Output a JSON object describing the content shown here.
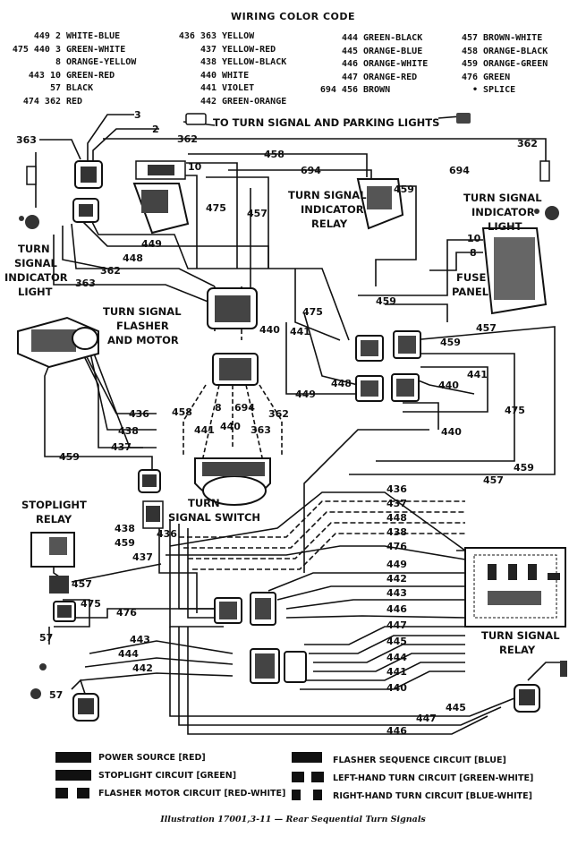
{
  "title": "WIRING COLOR CODE",
  "color_code": {
    "col1": [
      {
        "num": "449 2",
        "color": "WHITE-BLUE"
      },
      {
        "num": "475 440 3",
        "color": "GREEN-WHITE"
      },
      {
        "num": "8",
        "color": "ORANGE-YELLOW"
      },
      {
        "num": "443 10",
        "color": "GREEN-RED"
      },
      {
        "num": "57",
        "color": "BLACK"
      },
      {
        "num": "474 362",
        "color": "RED"
      }
    ],
    "col2": [
      {
        "num": "436 363",
        "color": "YELLOW"
      },
      {
        "num": "437",
        "color": "YELLOW-RED"
      },
      {
        "num": "438",
        "color": "YELLOW-BLACK"
      },
      {
        "num": "440",
        "color": "WHITE"
      },
      {
        "num": "441",
        "color": "VIOLET"
      },
      {
        "num": "442",
        "color": "GREEN-ORANGE"
      }
    ],
    "col3": [
      {
        "num": "444",
        "color": "GREEN-BLACK"
      },
      {
        "num": "445",
        "color": "ORANGE-BLUE"
      },
      {
        "num": "446",
        "color": "ORANGE-WHITE"
      },
      {
        "num": "447",
        "color": "ORANGE-RED"
      },
      {
        "num": "694 456",
        "color": "BROWN"
      }
    ],
    "col4": [
      {
        "num": "457",
        "color": "BROWN-WHITE"
      },
      {
        "num": "458",
        "color": "ORANGE-BLACK"
      },
      {
        "num": "459",
        "color": "ORANGE-GREEN"
      },
      {
        "num": "476",
        "color": "GREEN"
      },
      {
        "num": "•",
        "color": "SPLICE"
      }
    ]
  },
  "components": {
    "to_turn_signal": "TO TURN SIGNAL AND PARKING LIGHTS",
    "ts_ind_light_left": [
      "TURN",
      "SIGNAL",
      "INDICATOR",
      "LIGHT"
    ],
    "ts_ind_relay": [
      "TURN SIGNAL",
      "INDICATOR",
      "RELAY"
    ],
    "ts_ind_light_right": [
      "TURN SIGNAL",
      "INDICATOR",
      "LIGHT"
    ],
    "fuse_panel": [
      "FUSE",
      "PANEL"
    ],
    "flasher_motor": [
      "TURN SIGNAL",
      "FLASHER",
      "AND MOTOR"
    ],
    "turn_signal_switch": [
      "TURN",
      "SIGNAL SWITCH"
    ],
    "stoplight_relay": [
      "STOPLIGHT",
      "RELAY"
    ],
    "turn_signal_relay": [
      "TURN SIGNAL",
      "RELAY"
    ]
  },
  "wire_labels": {
    "n3": "3",
    "n2": "2",
    "n363a": "363",
    "n362a": "362",
    "n362b": "362",
    "n458a": "458",
    "n694a": "694",
    "n694b": "694",
    "n10a": "10",
    "n457a": "457",
    "n475a": "475",
    "n459a": "459",
    "n10b": "10",
    "n8a": "8",
    "n449a": "449",
    "n448a": "448",
    "n362c": "362",
    "n363b": "363",
    "n459b": "459",
    "n475b": "475",
    "n457b": "457",
    "n440a": "440",
    "n441a": "441",
    "n459c": "459",
    "n448b": "448",
    "n449b": "449",
    "n441b": "441",
    "n440b": "440",
    "n475c": "475",
    "n440c": "440",
    "n436a": "436",
    "n438a": "438",
    "n437a": "437",
    "n459d": "459",
    "n459e": "459",
    "n457c": "457",
    "n458b": "458",
    "n8b": "8",
    "n694c": "694",
    "n362d": "362",
    "n441c": "441",
    "n440d": "440",
    "n363c": "363",
    "r436": "436",
    "r437": "437",
    "r448": "448",
    "r438": "438",
    "r476": "476",
    "r449": "449",
    "r442": "442",
    "r443": "443",
    "r446": "446",
    "r447": "447",
    "r445": "445",
    "r444": "444",
    "r441": "441",
    "r440": "440",
    "s438": "438",
    "s459": "459",
    "s436": "436",
    "s437": "437",
    "s457": "457",
    "s475": "475",
    "s476": "476",
    "s57a": "57",
    "s443": "443",
    "s444": "444",
    "s442": "442",
    "s57b": "57",
    "b445": "445",
    "b447": "447",
    "b446": "446"
  },
  "legend": [
    {
      "label": "POWER SOURCE [RED]"
    },
    {
      "label": "STOPLIGHT CIRCUIT [GREEN]"
    },
    {
      "label": "FLASHER MOTOR CIRCUIT [RED-WHITE]"
    },
    {
      "label": "FLASHER SEQUENCE CIRCUIT [BLUE]"
    },
    {
      "label": "LEFT-HAND TURN CIRCUIT [GREEN-WHITE]"
    },
    {
      "label": "RIGHT-HAND TURN CIRCUIT [BLUE-WHITE]"
    }
  ],
  "caption": "Illustration 17001,3-11 — Rear Sequential Turn Signals"
}
